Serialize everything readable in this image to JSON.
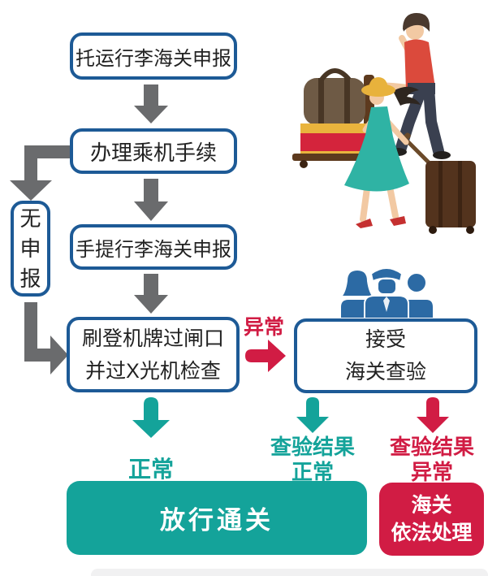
{
  "colors": {
    "box-border": "#1d5a96",
    "arrow-gray": "#6a6b6d",
    "teal": "#14a39a",
    "red": "#d11c44",
    "officer-blue": "#2c6aa4",
    "text": "#222222",
    "white": "#ffffff"
  },
  "nodes": {
    "checked_baggage": {
      "label": "托运行李海关申报"
    },
    "check_in": {
      "label": "办理乘机手续"
    },
    "no_declaration": {
      "chars": [
        "无",
        "申",
        "报"
      ]
    },
    "hand_baggage": {
      "label": "手提行李海关申报"
    },
    "gate_xray": {
      "lines": [
        "刷登机牌过闸口",
        "并过X光机检查"
      ]
    },
    "inspection": {
      "lines": [
        "接受",
        "海关查验"
      ]
    },
    "release": {
      "label": "放行通关"
    },
    "legal_processing": {
      "lines": [
        "海关",
        "依法处理"
      ]
    }
  },
  "edge_labels": {
    "abnormal": "异常",
    "normal": "正常",
    "result_normal": {
      "lines": [
        "查验结果",
        "正常"
      ]
    },
    "result_abnormal": {
      "lines": [
        "查验结果",
        "异常"
      ]
    }
  },
  "icons": {
    "customs_officers": "customs-officers-icon",
    "travelers": "travelers-with-luggage-illustration"
  }
}
